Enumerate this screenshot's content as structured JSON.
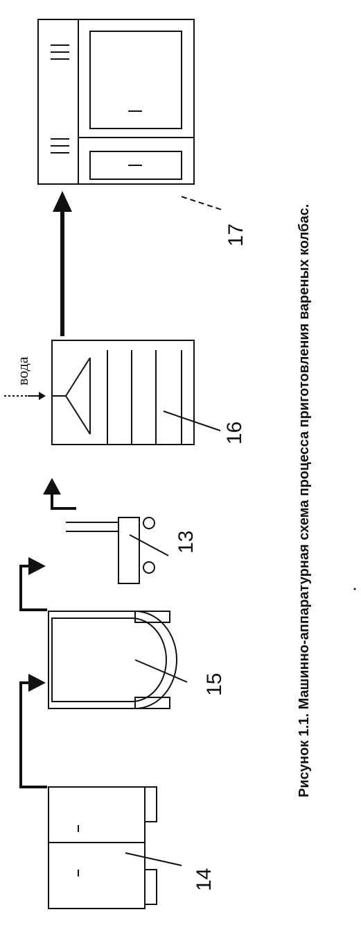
{
  "diagram": {
    "caption": "Рисунок 1.1.  Машинно-аппаратурная схема процесса приготовления вареных колбас.",
    "water_label": "вода",
    "labels": {
      "eq14": "14",
      "eq15": "15",
      "eq13": "13",
      "eq16": "16",
      "eq17": "17"
    }
  }
}
